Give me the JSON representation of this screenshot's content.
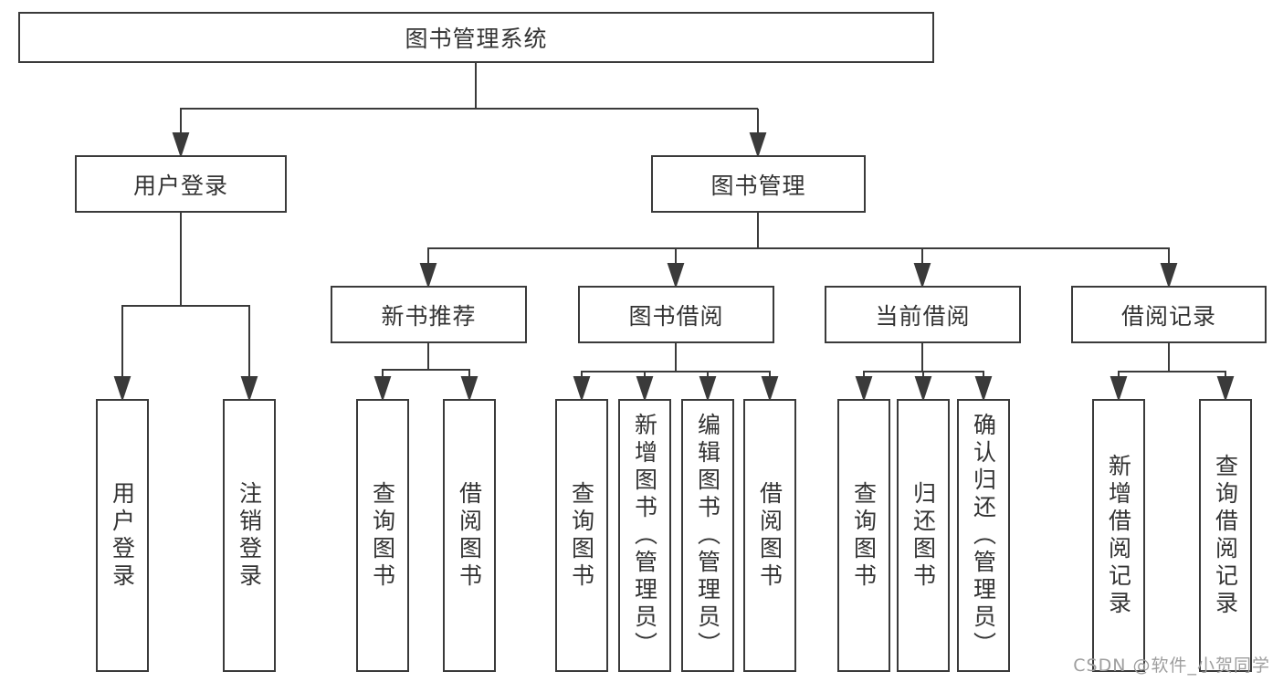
{
  "diagram": {
    "root": {
      "label": "图书管理系统",
      "children": [
        {
          "label": "用户登录",
          "children": [
            {
              "label": "用户登录"
            },
            {
              "label": "注销登录"
            }
          ]
        },
        {
          "label": "图书管理",
          "children": [
            {
              "label": "新书推荐",
              "children": [
                {
                  "label": "查询图书"
                },
                {
                  "label": "借阅图书"
                }
              ]
            },
            {
              "label": "图书借阅",
              "children": [
                {
                  "label": "查询图书"
                },
                {
                  "label": "新增图书（管理员）"
                },
                {
                  "label": "编辑图书（管理员）"
                },
                {
                  "label": "借阅图书"
                }
              ]
            },
            {
              "label": "当前借阅",
              "children": [
                {
                  "label": "查询图书"
                },
                {
                  "label": "归还图书"
                },
                {
                  "label": "确认归还（管理员）"
                }
              ]
            },
            {
              "label": "借阅记录",
              "children": [
                {
                  "label": "新增借阅记录"
                },
                {
                  "label": "查询借阅记录"
                }
              ]
            }
          ]
        }
      ]
    },
    "colors": {
      "line": "#3a3a3a",
      "text": "#333333",
      "box_background": "#ffffff"
    }
  },
  "watermark": {
    "text": "CSDN @软件_小贺同学",
    "color": "#9e9e9e"
  }
}
